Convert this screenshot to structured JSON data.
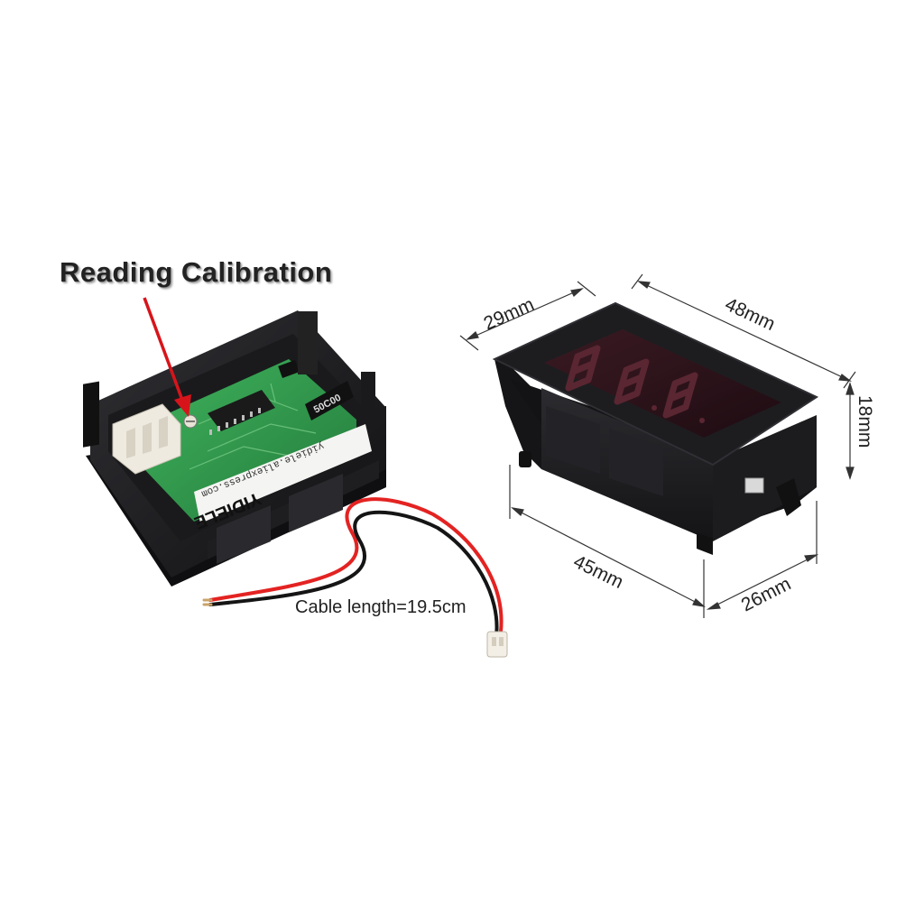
{
  "labels": {
    "reading_calibration": "Reading Calibration",
    "cable_length": "Cable length=19.5cm"
  },
  "dimensions": {
    "depth_top": "29mm",
    "width_top": "48mm",
    "height_side": "18mm",
    "width_bottom": "45mm",
    "depth_bottom": "26mm"
  },
  "board_markings": {
    "brand": "YIDIELE",
    "website": "yidiele.aliexpress.com",
    "capacitor": "50C00"
  },
  "colors": {
    "background": "#ffffff",
    "arrow": "#d8141b",
    "pcb": "#2f9a4c",
    "housing": "#1b1b1e",
    "display_glass": "#2a1218",
    "wire_red": "#e32322",
    "wire_black": "#151515"
  }
}
